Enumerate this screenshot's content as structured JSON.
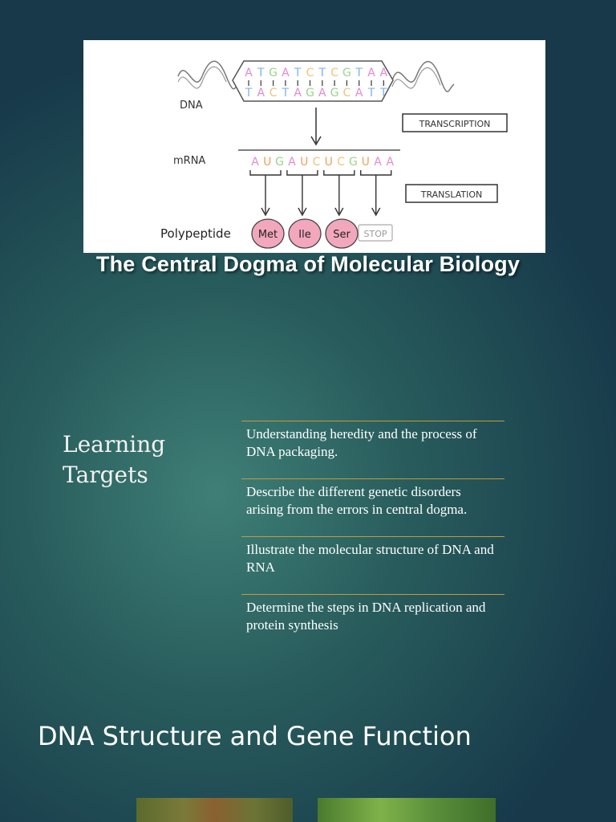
{
  "slide1": {
    "diagram": {
      "labels": {
        "dna": "DNA",
        "mrna": "mRNA",
        "polypeptide": "Polypeptide"
      },
      "boxes": {
        "transcription": "TRANSCRIPTION",
        "translation": "TRANSLATION"
      },
      "dna_top": [
        "A",
        "T",
        "G",
        "A",
        "T",
        "C",
        "T",
        "C",
        "G",
        "T",
        "A",
        "A"
      ],
      "dna_bottom": [
        "T",
        "A",
        "C",
        "T",
        "A",
        "G",
        "A",
        "G",
        "C",
        "A",
        "T",
        "T"
      ],
      "mrna": [
        "A",
        "U",
        "G",
        "A",
        "U",
        "C",
        "U",
        "C",
        "G",
        "U",
        "A",
        "A"
      ],
      "amino_acids": [
        "Met",
        "Ile",
        "Ser"
      ],
      "stop": "STOP",
      "base_colors": {
        "A": "#e28ad0",
        "T": "#7fb4ea",
        "G": "#9ad48a",
        "C": "#f1c27a",
        "U": "#e9a35a"
      },
      "amino_fill": "#f2a7bd"
    },
    "title": "The Central Dogma of Molecular Biology"
  },
  "slide2": {
    "heading": "Learning Targets",
    "targets": [
      "Understanding heredity and the process of DNA packaging.",
      "Describe the different genetic disorders arising from the errors in central dogma.",
      "Illustrate the molecular structure of DNA and RNA",
      "Determine the steps in DNA replication and protein synthesis"
    ],
    "divider_color": "#c49a3c"
  },
  "slide3": {
    "heading": "DNA Structure and Gene Function"
  }
}
